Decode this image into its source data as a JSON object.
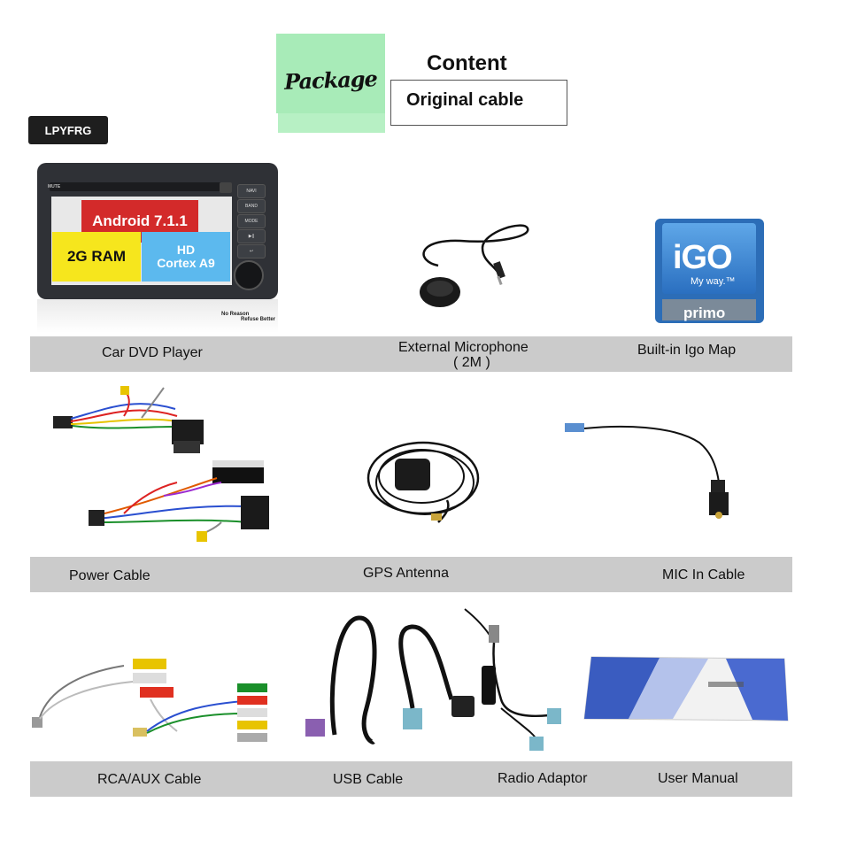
{
  "header": {
    "package_label": "Package",
    "content_label": "Content",
    "original_label": "Original cable"
  },
  "brand": "LPYFRG",
  "player": {
    "android_tag": "Android 7.1.1",
    "ram_tag": "2G RAM",
    "hd_tag": "HD",
    "cpu_tag": "Cortex A9",
    "buttons": [
      "NAVI",
      "BAND",
      "MODE",
      "▶||",
      "↩"
    ],
    "mute_label": "MUTE",
    "note_line1": "No Reason",
    "note_line2": "Refuse Better"
  },
  "igo": {
    "word": "iGO",
    "tagline": "My way.™",
    "edition": "primo"
  },
  "items": {
    "row1": [
      "Car DVD Player",
      "External Microphone",
      "( 2M )",
      "Built-in Igo Map"
    ],
    "row2": [
      "Power Cable",
      "GPS Antenna",
      "MIC In Cable"
    ],
    "row3": [
      "RCA/AUX Cable",
      "USB Cable",
      "Radio Adaptor",
      "User Manual"
    ]
  },
  "colors": {
    "band": "#cbcbcb",
    "package_green": "#b7f0c4",
    "android_red": "#d32a2a",
    "ram_yellow": "#f6e61d",
    "hd_blue": "#5cb9ee",
    "igo_blue": "#2c6db7"
  }
}
